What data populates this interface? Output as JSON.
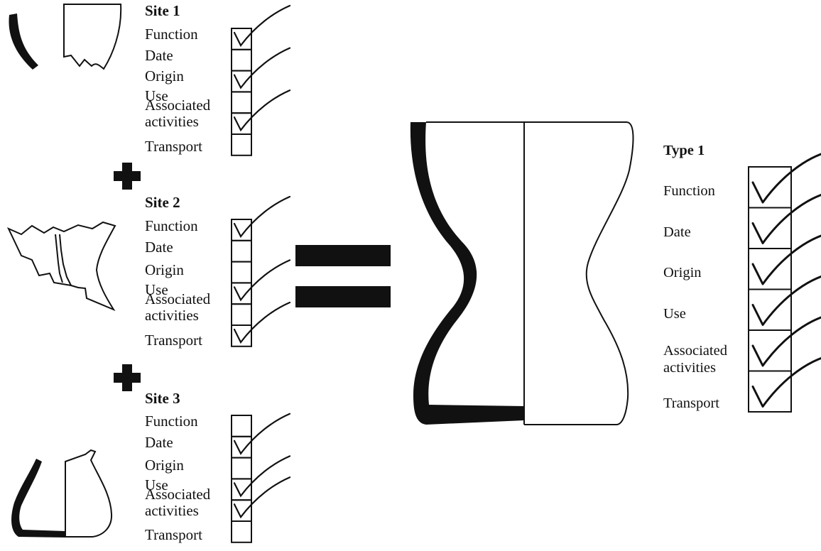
{
  "sites": [
    {
      "title": "Site 1",
      "rows": [
        {
          "label": "Function",
          "checked": true
        },
        {
          "label": "Date",
          "checked": false
        },
        {
          "label": "Origin",
          "checked": true
        },
        {
          "label": "Use",
          "checked": false
        },
        {
          "label": [
            "Associated",
            "activities"
          ],
          "checked": true
        },
        {
          "label": "Transport",
          "checked": false
        }
      ]
    },
    {
      "title": "Site 2",
      "rows": [
        {
          "label": "Function",
          "checked": true
        },
        {
          "label": "Date",
          "checked": false
        },
        {
          "label": "Origin",
          "checked": false
        },
        {
          "label": "Use",
          "checked": true
        },
        {
          "label": [
            "Associated",
            "activities"
          ],
          "checked": false
        },
        {
          "label": "Transport",
          "checked": true
        }
      ]
    },
    {
      "title": "Site 3",
      "rows": [
        {
          "label": "Function",
          "checked": false
        },
        {
          "label": "Date",
          "checked": true
        },
        {
          "label": "Origin",
          "checked": false
        },
        {
          "label": "Use",
          "checked": true
        },
        {
          "label": [
            "Associated",
            "activities"
          ],
          "checked": true
        },
        {
          "label": "Transport",
          "checked": false
        }
      ]
    }
  ],
  "result": {
    "title": "Type 1",
    "rows": [
      {
        "label": "Function",
        "checked": true
      },
      {
        "label": "Date",
        "checked": true
      },
      {
        "label": "Origin",
        "checked": true
      },
      {
        "label": "Use",
        "checked": true
      },
      {
        "label": [
          "Associated",
          "activities"
        ],
        "checked": true
      },
      {
        "label": "Transport",
        "checked": true
      }
    ]
  },
  "symbols": {
    "plus": "plus-sign",
    "equals": "equals-sign"
  },
  "colors": {
    "ink": "#111111",
    "paper": "#ffffff"
  }
}
